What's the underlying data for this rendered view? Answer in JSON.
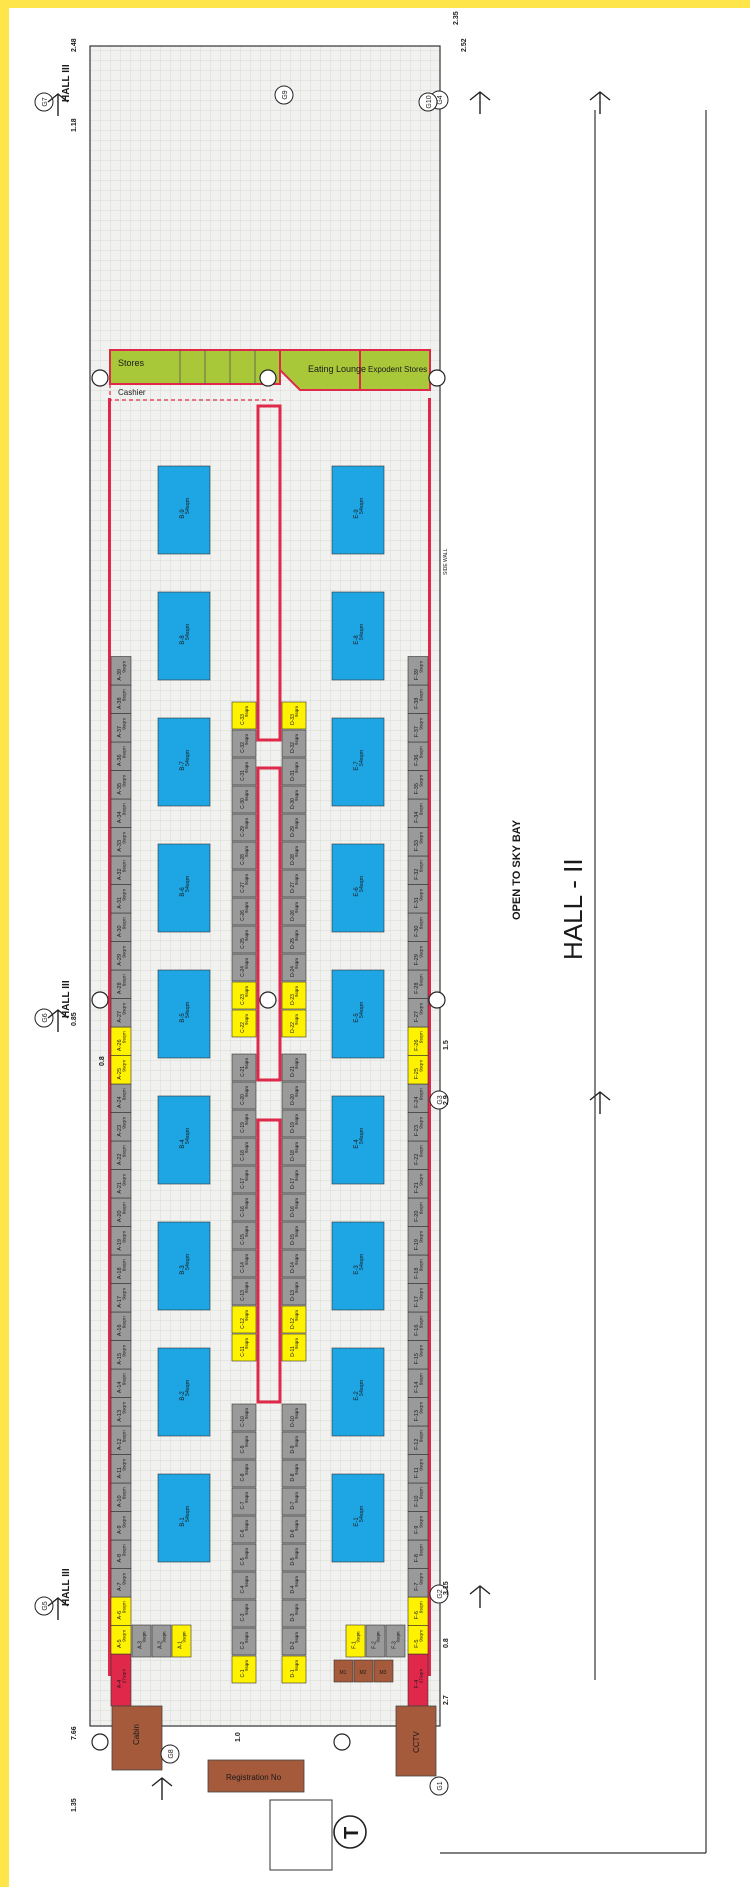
{
  "hall_title": "HALL - II",
  "open_bay": "OPEN TO SKY BAY",
  "hall_left": "HALL III",
  "stores": [
    "Stores",
    "Cashier",
    "Eating Lounge",
    "Expodent Stores"
  ],
  "cabin": "Cabin",
  "cctv": "CCTV",
  "registration": "Registration No",
  "toilet": "T",
  "rows": {
    "A": [
      {
        "id": "A-4",
        "size": "27sqm",
        "color": "red"
      },
      {
        "id": "A-5",
        "size": "9sqm",
        "color": "yellow"
      },
      {
        "id": "A-6",
        "size": "9sqm",
        "color": "yellow"
      },
      {
        "id": "A-7",
        "size": "9sqm",
        "color": "gray"
      },
      {
        "id": "A-8",
        "size": "9sqm",
        "color": "gray"
      },
      {
        "id": "A-9",
        "size": "9sqm",
        "color": "gray"
      },
      {
        "id": "A-10",
        "size": "9sqm",
        "color": "gray"
      },
      {
        "id": "A-11",
        "size": "9sqm",
        "color": "gray"
      },
      {
        "id": "A-12",
        "size": "9sqm",
        "color": "gray"
      },
      {
        "id": "A-13",
        "size": "9sqm",
        "color": "gray"
      },
      {
        "id": "A-14",
        "size": "9sqm",
        "color": "gray"
      },
      {
        "id": "A-15",
        "size": "9sqm",
        "color": "gray"
      },
      {
        "id": "A-16",
        "size": "9sqm",
        "color": "gray"
      },
      {
        "id": "A-17",
        "size": "9sqm",
        "color": "gray"
      },
      {
        "id": "A-18",
        "size": "9sqm",
        "color": "gray"
      },
      {
        "id": "A-19",
        "size": "9sqm",
        "color": "gray"
      },
      {
        "id": "A-20",
        "size": "9sqm",
        "color": "gray"
      },
      {
        "id": "A-21",
        "size": "9sqm",
        "color": "gray"
      },
      {
        "id": "A-22",
        "size": "9sqm",
        "color": "gray"
      },
      {
        "id": "A-23",
        "size": "9sqm",
        "color": "gray"
      },
      {
        "id": "A-24",
        "size": "9sqm",
        "color": "gray"
      },
      {
        "id": "A-25",
        "size": "9sqm",
        "color": "yellow"
      },
      {
        "id": "A-26",
        "size": "9sqm",
        "color": "yellow"
      },
      {
        "id": "A-27",
        "size": "9sqm",
        "color": "gray"
      },
      {
        "id": "A-28",
        "size": "9sqm",
        "color": "gray"
      },
      {
        "id": "A-29",
        "size": "9sqm",
        "color": "gray"
      },
      {
        "id": "A-30",
        "size": "9sqm",
        "color": "gray"
      },
      {
        "id": "A-31",
        "size": "9sqm",
        "color": "gray"
      },
      {
        "id": "A-32",
        "size": "9sqm",
        "color": "gray"
      },
      {
        "id": "A-33",
        "size": "9sqm",
        "color": "gray"
      },
      {
        "id": "A-34",
        "size": "9sqm",
        "color": "gray"
      },
      {
        "id": "A-35",
        "size": "9sqm",
        "color": "gray"
      },
      {
        "id": "A-36",
        "size": "9sqm",
        "color": "gray"
      },
      {
        "id": "A-37",
        "size": "9sqm",
        "color": "gray"
      },
      {
        "id": "A-38",
        "size": "9sqm",
        "color": "gray"
      },
      {
        "id": "A-39",
        "size": "9sqm",
        "color": "gray"
      }
    ],
    "A_inner": [
      {
        "id": "A-3",
        "size": "9sqm",
        "color": "gray"
      },
      {
        "id": "A-2",
        "size": "9sqm",
        "color": "gray"
      },
      {
        "id": "A-1",
        "size": "9sqm",
        "color": "yellow"
      }
    ],
    "B": [
      {
        "id": "B-1",
        "size": "54sqm"
      },
      {
        "id": "B-2",
        "size": "54sqm"
      },
      {
        "id": "B-3",
        "size": "54sqm"
      },
      {
        "id": "B-4",
        "size": "54sqm"
      },
      {
        "id": "B-5",
        "size": "54sqm"
      },
      {
        "id": "B-6",
        "size": "54sqm"
      },
      {
        "id": "B-7",
        "size": "54sqm"
      },
      {
        "id": "B-8",
        "size": "54sqm"
      },
      {
        "id": "B-9",
        "size": "54sqm"
      }
    ],
    "C": [
      {
        "id": "C-1",
        "size": "9sqm",
        "color": "yellow"
      },
      {
        "id": "C-2",
        "size": "9sqm",
        "color": "gray"
      },
      {
        "id": "C-3",
        "size": "9sqm",
        "color": "gray"
      },
      {
        "id": "C-4",
        "size": "9sqm",
        "color": "gray"
      },
      {
        "id": "C-5",
        "size": "9sqm",
        "color": "gray"
      },
      {
        "id": "C-6",
        "size": "9sqm",
        "color": "gray"
      },
      {
        "id": "C-7",
        "size": "9sqm",
        "color": "gray"
      },
      {
        "id": "C-8",
        "size": "9sqm",
        "color": "gray"
      },
      {
        "id": "C-9",
        "size": "9sqm",
        "color": "gray"
      },
      {
        "id": "C-10",
        "size": "9sqm",
        "color": "gray"
      },
      {
        "id": "C-11",
        "size": "9sqm",
        "color": "yellow"
      },
      {
        "id": "C-12",
        "size": "9sqm",
        "color": "yellow"
      },
      {
        "id": "C-13",
        "size": "9sqm",
        "color": "gray"
      },
      {
        "id": "C-14",
        "size": "9sqm",
        "color": "gray"
      },
      {
        "id": "C-15",
        "size": "9sqm",
        "color": "gray"
      },
      {
        "id": "C-16",
        "size": "9sqm",
        "color": "gray"
      },
      {
        "id": "C-17",
        "size": "9sqm",
        "color": "gray"
      },
      {
        "id": "C-18",
        "size": "9sqm",
        "color": "gray"
      },
      {
        "id": "C-19",
        "size": "9sqm",
        "color": "gray"
      },
      {
        "id": "C-20",
        "size": "9sqm",
        "color": "gray"
      },
      {
        "id": "C-21",
        "size": "9sqm",
        "color": "gray"
      },
      {
        "id": "C-22",
        "size": "9sqm",
        "color": "yellow"
      },
      {
        "id": "C-23",
        "size": "9sqm",
        "color": "yellow"
      },
      {
        "id": "C-24",
        "size": "9sqm",
        "color": "gray"
      },
      {
        "id": "C-25",
        "size": "9sqm",
        "color": "gray"
      },
      {
        "id": "C-26",
        "size": "9sqm",
        "color": "gray"
      },
      {
        "id": "C-27",
        "size": "9sqm",
        "color": "gray"
      },
      {
        "id": "C-28",
        "size": "9sqm",
        "color": "gray"
      },
      {
        "id": "C-29",
        "size": "9sqm",
        "color": "gray"
      },
      {
        "id": "C-30",
        "size": "9sqm",
        "color": "gray"
      },
      {
        "id": "C-31",
        "size": "9sqm",
        "color": "gray"
      },
      {
        "id": "C-32",
        "size": "9sqm",
        "color": "gray"
      },
      {
        "id": "C-33",
        "size": "9sqm",
        "color": "yellow"
      }
    ],
    "D": [
      {
        "id": "D-1",
        "size": "9sqm",
        "color": "yellow"
      },
      {
        "id": "D-2",
        "size": "9sqm",
        "color": "gray"
      },
      {
        "id": "D-3",
        "size": "9sqm",
        "color": "gray"
      },
      {
        "id": "D-4",
        "size": "9sqm",
        "color": "gray"
      },
      {
        "id": "D-5",
        "size": "9sqm",
        "color": "gray"
      },
      {
        "id": "D-6",
        "size": "9sqm",
        "color": "gray"
      },
      {
        "id": "D-7",
        "size": "9sqm",
        "color": "gray"
      },
      {
        "id": "D-8",
        "size": "9sqm",
        "color": "gray"
      },
      {
        "id": "D-9",
        "size": "9sqm",
        "color": "gray"
      },
      {
        "id": "D-10",
        "size": "9sqm",
        "color": "gray"
      },
      {
        "id": "D-11",
        "size": "9sqm",
        "color": "yellow"
      },
      {
        "id": "D-12",
        "size": "9sqm",
        "color": "yellow"
      },
      {
        "id": "D-13",
        "size": "9sqm",
        "color": "gray"
      },
      {
        "id": "D-14",
        "size": "9sqm",
        "color": "gray"
      },
      {
        "id": "D-15",
        "size": "9sqm",
        "color": "gray"
      },
      {
        "id": "D-16",
        "size": "9sqm",
        "color": "gray"
      },
      {
        "id": "D-17",
        "size": "9sqm",
        "color": "gray"
      },
      {
        "id": "D-18",
        "size": "9sqm",
        "color": "gray"
      },
      {
        "id": "D-19",
        "size": "9sqm",
        "color": "gray"
      },
      {
        "id": "D-20",
        "size": "9sqm",
        "color": "gray"
      },
      {
        "id": "D-21",
        "size": "9sqm",
        "color": "gray"
      },
      {
        "id": "D-22",
        "size": "9sqm",
        "color": "yellow"
      },
      {
        "id": "D-23",
        "size": "9sqm",
        "color": "yellow"
      },
      {
        "id": "D-24",
        "size": "9sqm",
        "color": "gray"
      },
      {
        "id": "D-25",
        "size": "9sqm",
        "color": "gray"
      },
      {
        "id": "D-26",
        "size": "9sqm",
        "color": "gray"
      },
      {
        "id": "D-27",
        "size": "9sqm",
        "color": "gray"
      },
      {
        "id": "D-28",
        "size": "9sqm",
        "color": "gray"
      },
      {
        "id": "D-29",
        "size": "9sqm",
        "color": "gray"
      },
      {
        "id": "D-30",
        "size": "9sqm",
        "color": "gray"
      },
      {
        "id": "D-31",
        "size": "9sqm",
        "color": "gray"
      },
      {
        "id": "D-32",
        "size": "9sqm",
        "color": "gray"
      },
      {
        "id": "D-33",
        "size": "9sqm",
        "color": "yellow"
      }
    ],
    "E": [
      {
        "id": "E-1",
        "size": "54sqm"
      },
      {
        "id": "E-2",
        "size": "54sqm"
      },
      {
        "id": "E-3",
        "size": "54sqm"
      },
      {
        "id": "E-4",
        "size": "54sqm"
      },
      {
        "id": "E-5",
        "size": "54sqm"
      },
      {
        "id": "E-6",
        "size": "54sqm"
      },
      {
        "id": "E-7",
        "size": "54sqm"
      },
      {
        "id": "E-8",
        "size": "54sqm"
      },
      {
        "id": "E-9",
        "size": "54sqm"
      }
    ],
    "F": [
      {
        "id": "F-4",
        "size": "27sqm",
        "color": "red"
      },
      {
        "id": "F-5",
        "size": "9sqm",
        "color": "yellow"
      },
      {
        "id": "F-6",
        "size": "9sqm",
        "color": "yellow"
      },
      {
        "id": "F-7",
        "size": "9sqm",
        "color": "gray"
      },
      {
        "id": "F-8",
        "size": "9sqm",
        "color": "gray"
      },
      {
        "id": "F-9",
        "size": "9sqm",
        "color": "gray"
      },
      {
        "id": "F-10",
        "size": "9sqm",
        "color": "gray"
      },
      {
        "id": "F-11",
        "size": "9sqm",
        "color": "gray"
      },
      {
        "id": "F-12",
        "size": "9sqm",
        "color": "gray"
      },
      {
        "id": "F-13",
        "size": "9sqm",
        "color": "gray"
      },
      {
        "id": "F-14",
        "size": "9sqm",
        "color": "gray"
      },
      {
        "id": "F-15",
        "size": "9sqm",
        "color": "gray"
      },
      {
        "id": "F-16",
        "size": "9sqm",
        "color": "gray"
      },
      {
        "id": "F-17",
        "size": "9sqm",
        "color": "gray"
      },
      {
        "id": "F-18",
        "size": "9sqm",
        "color": "gray"
      },
      {
        "id": "F-19",
        "size": "9sqm",
        "color": "gray"
      },
      {
        "id": "F-20",
        "size": "9sqm",
        "color": "gray"
      },
      {
        "id": "F-21",
        "size": "9sqm",
        "color": "gray"
      },
      {
        "id": "F-22",
        "size": "9sqm",
        "color": "gray"
      },
      {
        "id": "F-23",
        "size": "9sqm",
        "color": "gray"
      },
      {
        "id": "F-24",
        "size": "9sqm",
        "color": "gray"
      },
      {
        "id": "F-25",
        "size": "9sqm",
        "color": "yellow"
      },
      {
        "id": "F-26",
        "size": "9sqm",
        "color": "yellow"
      },
      {
        "id": "F-27",
        "size": "9sqm",
        "color": "gray"
      },
      {
        "id": "F-28",
        "size": "9sqm",
        "color": "gray"
      },
      {
        "id": "F-29",
        "size": "9sqm",
        "color": "gray"
      },
      {
        "id": "F-30",
        "size": "9sqm",
        "color": "gray"
      },
      {
        "id": "F-31",
        "size": "9sqm",
        "color": "gray"
      },
      {
        "id": "F-32",
        "size": "9sqm",
        "color": "gray"
      },
      {
        "id": "F-33",
        "size": "9sqm",
        "color": "gray"
      },
      {
        "id": "F-34",
        "size": "9sqm",
        "color": "gray"
      },
      {
        "id": "F-35",
        "size": "9sqm",
        "color": "gray"
      },
      {
        "id": "F-36",
        "size": "9sqm",
        "color": "gray"
      },
      {
        "id": "F-37",
        "size": "9sqm",
        "color": "gray"
      },
      {
        "id": "F-38",
        "size": "9sqm",
        "color": "gray"
      },
      {
        "id": "F-39",
        "size": "9sqm",
        "color": "gray"
      }
    ],
    "F_inner": [
      {
        "id": "F-1",
        "size": "9sqm",
        "color": "yellow"
      },
      {
        "id": "F-2",
        "size": "9sqm",
        "color": "gray"
      },
      {
        "id": "F-3",
        "size": "9sqm",
        "color": "gray"
      }
    ],
    "M": [
      "M1",
      "M2",
      "M3"
    ]
  },
  "gates": [
    "G1",
    "G2",
    "G3",
    "G4",
    "G5",
    "G6",
    "G7",
    "G8",
    "G9",
    "G10"
  ],
  "dimensions": [
    "7.66",
    "1.0",
    "1.35",
    "2.7",
    "0.8",
    "3.15",
    "2.9",
    "1.5",
    "0.85",
    "0.8",
    "2.48",
    "2.52",
    "1.18",
    "2.35"
  ],
  "side_wall": "SIDE WALL",
  "colors": {
    "yellow": "#fff200",
    "gray": "#9a9a9a",
    "red": "#e0284a",
    "blue": "#1ea5e3",
    "green": "#a8c83a",
    "brown": "#a55a3c",
    "border": "#e0284a"
  }
}
